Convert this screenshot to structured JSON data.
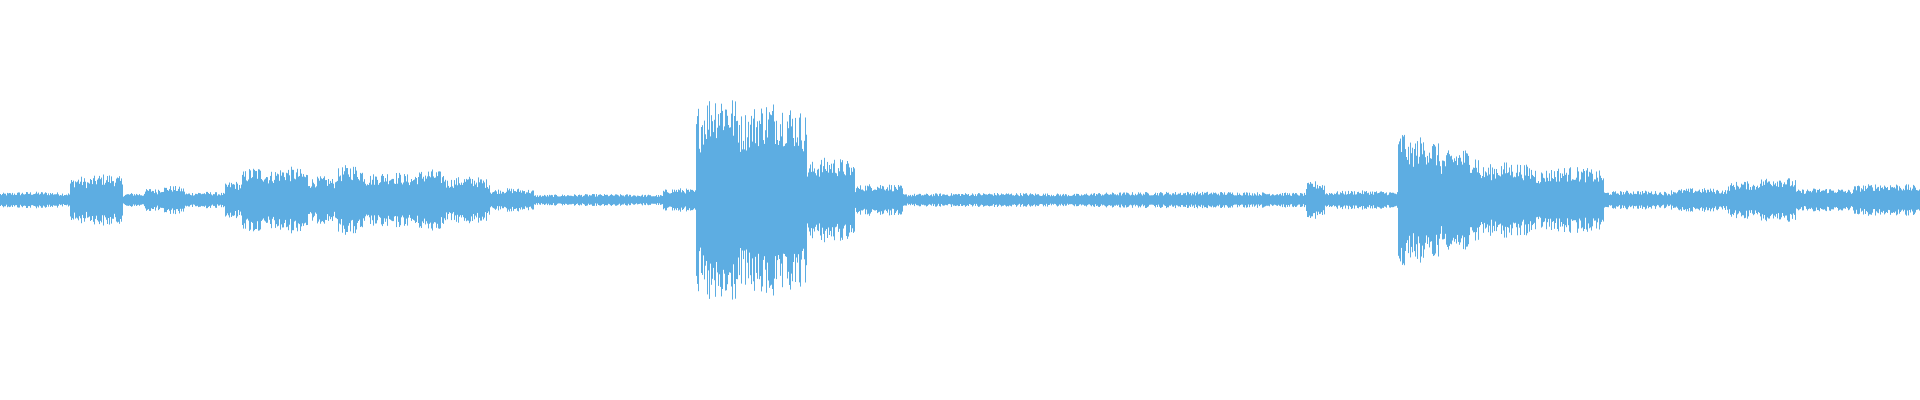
{
  "waveform": {
    "color": "#5dade2",
    "background": "#ffffff",
    "segments": [
      {
        "start": 0.0,
        "end": 0.036,
        "amp": 0.035
      },
      {
        "start": 0.036,
        "end": 0.046,
        "amp": 0.1
      },
      {
        "start": 0.046,
        "end": 0.064,
        "amp": 0.11
      },
      {
        "start": 0.064,
        "end": 0.075,
        "amp": 0.03
      },
      {
        "start": 0.075,
        "end": 0.082,
        "amp": 0.05
      },
      {
        "start": 0.082,
        "end": 0.096,
        "amp": 0.06
      },
      {
        "start": 0.096,
        "end": 0.117,
        "amp": 0.035
      },
      {
        "start": 0.117,
        "end": 0.126,
        "amp": 0.08
      },
      {
        "start": 0.126,
        "end": 0.14,
        "amp": 0.14
      },
      {
        "start": 0.14,
        "end": 0.16,
        "amp": 0.14
      },
      {
        "start": 0.16,
        "end": 0.175,
        "amp": 0.1
      },
      {
        "start": 0.175,
        "end": 0.19,
        "amp": 0.15
      },
      {
        "start": 0.19,
        "end": 0.215,
        "amp": 0.12
      },
      {
        "start": 0.215,
        "end": 0.232,
        "amp": 0.13
      },
      {
        "start": 0.232,
        "end": 0.255,
        "amp": 0.1
      },
      {
        "start": 0.255,
        "end": 0.278,
        "amp": 0.05
      },
      {
        "start": 0.278,
        "end": 0.345,
        "amp": 0.025
      },
      {
        "start": 0.345,
        "end": 0.362,
        "amp": 0.05
      },
      {
        "start": 0.362,
        "end": 0.365,
        "amp": 0.4
      },
      {
        "start": 0.365,
        "end": 0.385,
        "amp": 0.47
      },
      {
        "start": 0.385,
        "end": 0.42,
        "amp": 0.42
      },
      {
        "start": 0.42,
        "end": 0.445,
        "amp": 0.18
      },
      {
        "start": 0.445,
        "end": 0.47,
        "amp": 0.07
      },
      {
        "start": 0.47,
        "end": 0.565,
        "amp": 0.03
      },
      {
        "start": 0.565,
        "end": 0.68,
        "amp": 0.035
      },
      {
        "start": 0.68,
        "end": 0.69,
        "amp": 0.08
      },
      {
        "start": 0.69,
        "end": 0.728,
        "amp": 0.04
      },
      {
        "start": 0.728,
        "end": 0.733,
        "amp": 0.3
      },
      {
        "start": 0.733,
        "end": 0.75,
        "amp": 0.27
      },
      {
        "start": 0.75,
        "end": 0.77,
        "amp": 0.22
      },
      {
        "start": 0.77,
        "end": 0.8,
        "amp": 0.16
      },
      {
        "start": 0.8,
        "end": 0.835,
        "amp": 0.14
      },
      {
        "start": 0.835,
        "end": 0.87,
        "amp": 0.04
      },
      {
        "start": 0.87,
        "end": 0.9,
        "amp": 0.05
      },
      {
        "start": 0.9,
        "end": 0.915,
        "amp": 0.08
      },
      {
        "start": 0.915,
        "end": 0.935,
        "amp": 0.1
      },
      {
        "start": 0.935,
        "end": 0.965,
        "amp": 0.05
      },
      {
        "start": 0.965,
        "end": 1.0,
        "amp": 0.07
      }
    ]
  }
}
